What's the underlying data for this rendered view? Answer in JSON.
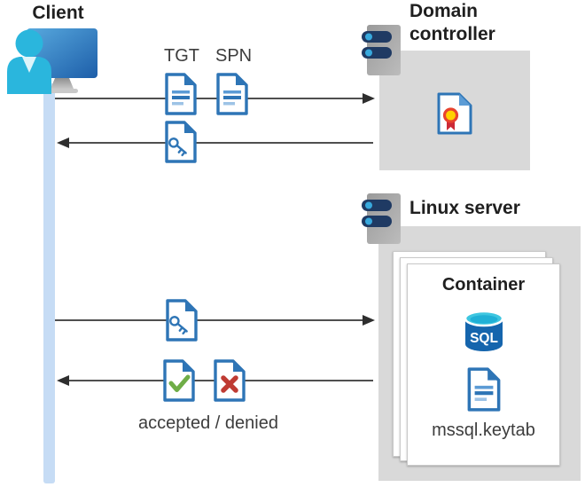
{
  "client": {
    "label": "Client"
  },
  "flow": {
    "tgt_label": "TGT",
    "spn_label": "SPN",
    "result_label": "accepted / denied"
  },
  "domain_controller": {
    "label": "Domain controller"
  },
  "linux_server": {
    "label": "Linux server"
  },
  "container": {
    "label": "Container",
    "sql_badge": "SQL",
    "keytab_label": "mssql.keytab"
  },
  "icons": {
    "client": "client-workstation-icon",
    "server": "server-icon",
    "tgt": "document-icon",
    "spn": "document-icon",
    "ticket": "key-ticket-document-icon",
    "certificate": "certificate-icon",
    "accepted": "check-document-icon",
    "denied": "x-document-icon",
    "database": "sql-database-icon",
    "keytab": "document-icon"
  },
  "colors": {
    "doc_border_blue": "#2e75b6",
    "doc_line_light": "#9dc3e6",
    "doc_line_mid": "#5b9bd5",
    "person_cyan": "#2ab6dd",
    "lifeline_blue": "#c6dcf5",
    "box_gray": "#d9d9d9",
    "check_green": "#6fad47",
    "deny_red": "#bf3b33",
    "sql_body_blue": "#1565ad",
    "sql_top_cyan": "#3ec6e0",
    "seal_yellow": "#ffd100",
    "seal_red": "#e8432e",
    "server_pill_navy": "#1f3a63",
    "server_dot_cyan": "#38a9dd",
    "arrow_gray": "#4f4f4f"
  }
}
